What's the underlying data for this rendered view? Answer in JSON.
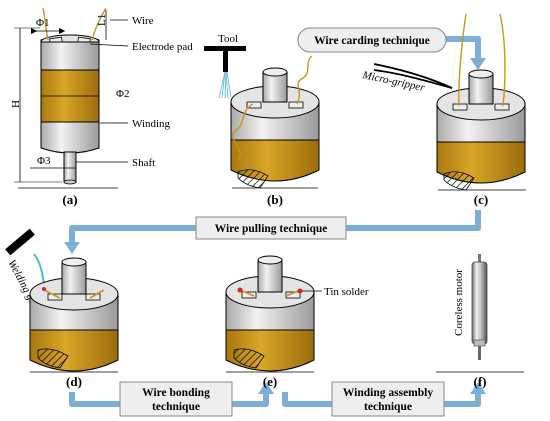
{
  "panel_labels": [
    "(a)",
    "(b)",
    "(c)",
    "(d)",
    "(e)",
    "(f)"
  ],
  "dimensions": {
    "phi1": "Φ1",
    "phi2": "Φ2",
    "phi3": "Φ3",
    "l1": "L1",
    "h": "H"
  },
  "part_labels": {
    "wire": "Wire",
    "electrode_pad": "Electrode pad",
    "winding": "Winding",
    "shaft": "Shaft",
    "tool": "Tool",
    "micro_gripper": "Micro-gripper",
    "welding_gun": "Welding gun",
    "tin_solder": "Tin solder",
    "coreless_motor": "Coreless motor"
  },
  "techniques": {
    "wire_carding": "Wire carding technique",
    "wire_pulling": "Wire pulling technique",
    "wire_bonding_1": "Wire bonding",
    "wire_bonding_2": "technique",
    "winding_assembly_1": "Winding assembly",
    "winding_assembly_2": "technique"
  },
  "colors": {
    "winding": "#C8971A",
    "winding_dark": "#8A6410",
    "body_gray": "#D4D4D4",
    "arrow_blue": "#7BAFD8",
    "tech_box": "#EEEEEE",
    "solder_red": "#E02020",
    "gun_cyan": "#4FB6D6"
  }
}
